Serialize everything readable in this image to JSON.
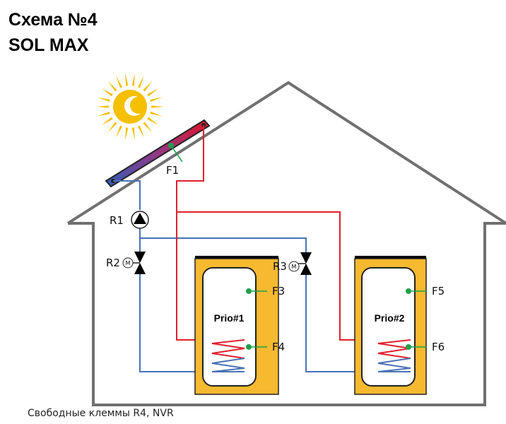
{
  "title_line1": "Схема №4",
  "title_line2": "SOL MAX",
  "footer": "Свободные клеммы R4, NVR",
  "tanks": [
    {
      "id": "tank1",
      "label": "Prio#1"
    },
    {
      "id": "tank2",
      "label": "Prio#2"
    }
  ],
  "sensors": [
    {
      "id": "f1",
      "label": "F1"
    },
    {
      "id": "f3",
      "label": "F3"
    },
    {
      "id": "f4",
      "label": "F4"
    },
    {
      "id": "f5",
      "label": "F5"
    },
    {
      "id": "f6",
      "label": "F6"
    }
  ],
  "devices": [
    {
      "id": "r1",
      "label": "R1"
    },
    {
      "id": "r2",
      "label": "R2"
    },
    {
      "id": "r3",
      "label": "R3"
    }
  ],
  "motor_symbol": "M",
  "colors": {
    "hot_line": "#e0202e",
    "cold_line": "#4a72b5",
    "sensor": "#1fa04a",
    "tank_fill": "#f7b930",
    "house_outline": "#707070",
    "sun": "#f5c000"
  }
}
